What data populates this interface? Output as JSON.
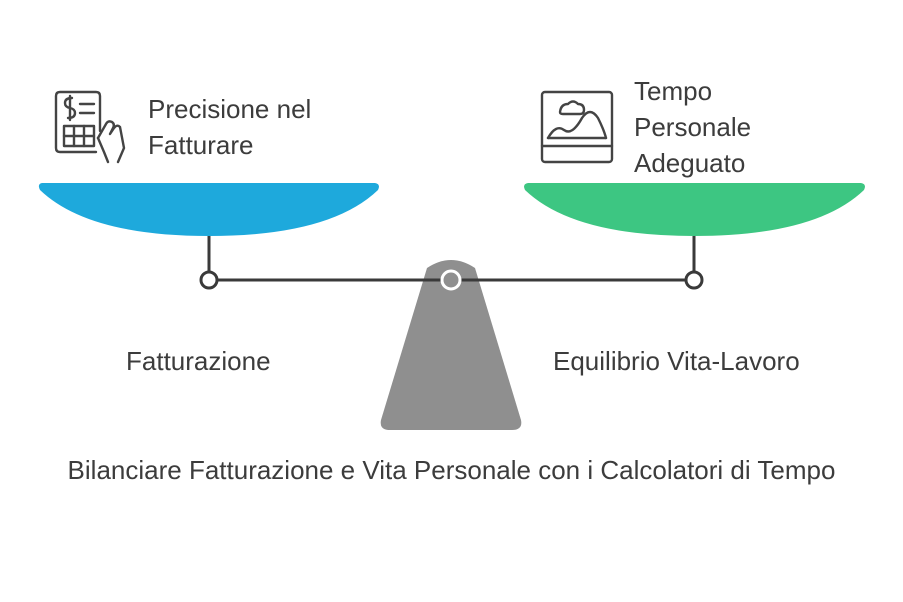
{
  "colors": {
    "left_pan": "#1ea9dc",
    "right_pan": "#3dc682",
    "fulcrum": "#8f8f8f",
    "beam": "#3a3a3a",
    "icon": "#444444"
  },
  "left": {
    "title_lines": [
      "Precisione nel",
      "Fatturare"
    ],
    "caption": "Fatturazione",
    "icon": "invoice-calculator-icon"
  },
  "right": {
    "title_lines": [
      "Tempo",
      "Personale",
      "Adeguato"
    ],
    "caption": "Equilibrio Vita-Lavoro",
    "icon": "landscape-picture-icon"
  },
  "main_title": "Bilanciare Fatturazione e Vita Personale con i Calcolatori di Tempo"
}
